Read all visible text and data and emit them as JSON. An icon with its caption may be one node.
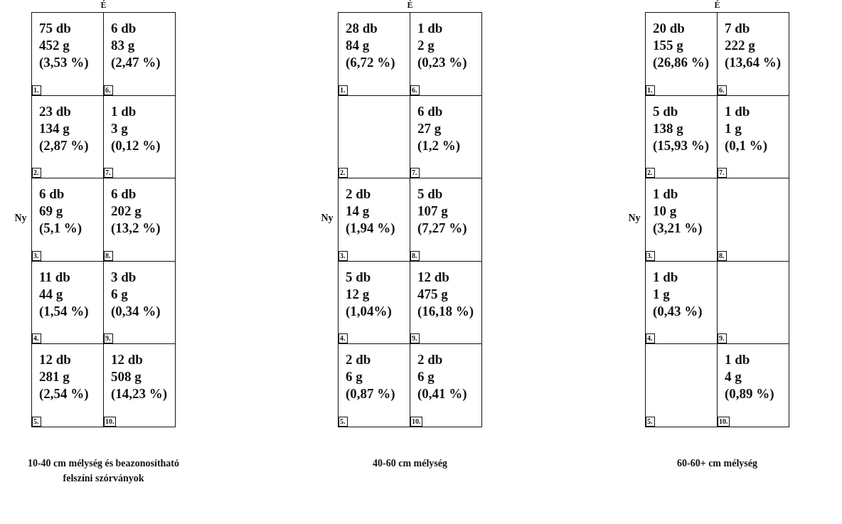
{
  "diagram": {
    "nodes": [
      {
        "text": [
          "75 db",
          "452 g",
          "(3,53 %)"
        ]
      },
      {
        "text": [
          "1."
        ],
        "in": 0
      },
      {
        "text": [
          "23 db",
          "134 g",
          "(2,87 %)"
        ]
      },
      {
        "text": [
          "2."
        ],
        "in": 2
      },
      {
        "text": [
          "6 db",
          "69 g",
          "(5,1 %)"
        ]
      },
      {
        "text": [
          "3."
        ],
        "in": 4
      },
      {
        "text": [
          "11 db",
          "44 g",
          "(1,54 %)"
        ]
      },
      {
        "text": [
          "4."
        ],
        "in": 6
      },
      {
        "text": [
          "12 db",
          "281 g",
          "(2,54 %)"
        ]
      },
      {
        "text": [
          "5."
        ],
        "in": 8
      },
      {
        "text": [
          "6 db",
          "83 g",
          "(2,47 %)"
        ]
      },
      {
        "text": [
          "6."
        ],
        "in": 10
      },
      {
        "text": [
          "1 db",
          "3 g",
          "(0,12 %)"
        ]
      },
      {
        "text": [
          "7."
        ],
        "in": 12
      },
      {
        "text": [
          "6 db",
          "202 g",
          "(13,2 %)"
        ]
      },
      {
        "text": [
          "8."
        ],
        "in": 14
      },
      {
        "text": [
          "3 db",
          "6 g",
          "(0,34 %)"
        ]
      },
      {
        "text": [
          "9."
        ],
        "in": 16
      },
      {
        "text": [
          "12 db",
          "508 g",
          "(14,23 %)"
        ]
      },
      {
        "text": [
          "10."
        ],
        "in": 18
      },
      {
        "text": [
          "28 db",
          "84 g",
          "(6,72 %)"
        ]
      },
      {
        "text": [
          "1."
        ],
        "in": 20
      },
      {
        "text": [],
        "shape": "box"
      },
      {
        "text": [
          "2."
        ],
        "in": 22
      },
      {
        "text": [
          "2 db",
          "14 g",
          "(1,94 %)"
        ]
      },
      {
        "text": [
          "3."
        ],
        "in": 24
      },
      {
        "text": [
          "5 db",
          "12 g",
          "(1,04%)"
        ]
      },
      {
        "text": [
          "4."
        ],
        "in": 26
      },
      {
        "text": [
          "2 db",
          "6 g",
          "(0,87 %)"
        ]
      },
      {
        "text": [
          "5."
        ],
        "in": 28
      },
      {
        "text": [
          "1 db",
          "2 g",
          "(0,23 %)"
        ]
      },
      {
        "text": [
          "6."
        ],
        "in": 30
      },
      {
        "text": [
          "6 db",
          "27 g",
          "(1,2 %)"
        ]
      },
      {
        "text": [
          "7."
        ],
        "in": 32
      },
      {
        "text": [
          "5 db",
          "107 g",
          "(7,27 %)"
        ]
      },
      {
        "text": [
          "8."
        ],
        "in": 34
      },
      {
        "text": [
          "12 db",
          "475 g",
          "(16,18 %)"
        ]
      },
      {
        "text": [
          "9."
        ],
        "in": 36
      },
      {
        "text": [
          "2 db",
          "6 g",
          "(0,41 %)"
        ]
      },
      {
        "text": [
          "10."
        ],
        "in": 38
      },
      {
        "text": [
          "20 db",
          "155 g",
          "(26,86 %)"
        ]
      },
      {
        "text": [
          "1."
        ],
        "in": 40
      },
      {
        "text": [
          "5 db",
          "138 g",
          "(15,93 %)"
        ]
      },
      {
        "text": [
          "2."
        ],
        "in": 42
      },
      {
        "text": [
          "1 db",
          "10 g",
          "(3,21 %)"
        ]
      },
      {
        "text": [
          "3."
        ],
        "in": 44
      },
      {
        "text": [
          "1 db",
          "1 g",
          "(0,43 %)"
        ]
      },
      {
        "text": [
          "4."
        ],
        "in": 46
      },
      {
        "text": [],
        "shape": "box"
      },
      {
        "text": [
          "5."
        ],
        "in": 48
      },
      {
        "text": [
          "7 db",
          "222 g",
          "(13,64 %)"
        ]
      },
      {
        "text": [
          "6."
        ],
        "in": 50
      },
      {
        "text": [
          "1 db",
          "1 g",
          "(0,1 %)"
        ]
      },
      {
        "text": [
          "7."
        ],
        "in": 52
      },
      {
        "text": [],
        "shape": "box"
      },
      {
        "text": [
          "8."
        ],
        "in": 54
      },
      {
        "text": [],
        "shape": "box"
      },
      {
        "text": [
          "9."
        ],
        "in": 56
      },
      {
        "text": [
          "1 db",
          "4 g",
          "(0,89 %)"
        ]
      },
      {
        "text": [
          "10."
        ],
        "in": 58
      }
    ],
    "labels": [
      "É",
      "É",
      "É",
      "Ny",
      "Ny",
      "Ny",
      "10-40 cm mélység és beazonosítható felszíni szórványok",
      "40-60 cm mélység",
      "60-60+ cm mélység"
    ]
  }
}
